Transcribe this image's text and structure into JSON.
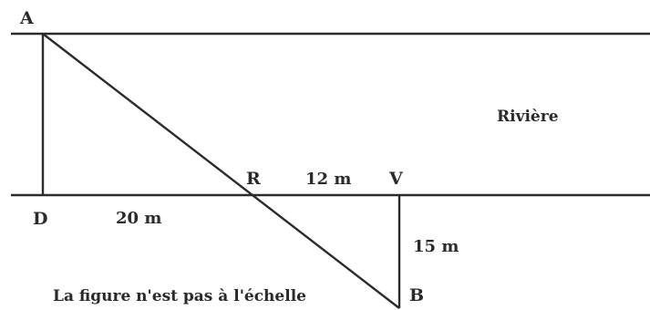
{
  "points": {
    "A": "A",
    "D": "D",
    "R": "R",
    "V": "V",
    "B": "B"
  },
  "measures": {
    "DR": "20 m",
    "RV": "12 m",
    "VB": "15 m"
  },
  "region_label": "Rivière",
  "note": "La figure n'est pas à l'échelle",
  "colors": {
    "ink": "#2b2b2b",
    "background": "#ffffff"
  }
}
